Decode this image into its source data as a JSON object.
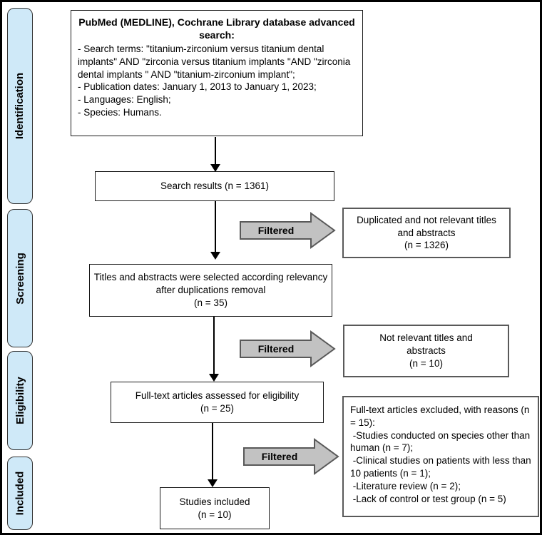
{
  "sidebar": {
    "items": [
      {
        "label": "Identification"
      },
      {
        "label": "Screening"
      },
      {
        "label": "Eligibility"
      },
      {
        "label": "Included"
      }
    ]
  },
  "top_box": {
    "title": "PubMed (MEDLINE), Cochrane Library database advanced search:",
    "lines": [
      "- Search terms: \"titanium-zirconium versus titanium dental implants\" AND \"zirconia versus titanium implants \"AND \"zirconia dental implants \" AND \"titanium-zirconium implant\";",
      "- Publication dates: January 1, 2013 to January 1, 2023;",
      "- Languages: English;",
      "- Species: Humans."
    ]
  },
  "flow": {
    "search_results": {
      "text": "Search results (n = 1361)"
    },
    "titles_abstracts": {
      "text": "Titles and abstracts were selected according relevancy after duplications removal",
      "n": "(n = 35)"
    },
    "fulltext": {
      "text": "Full-text articles assessed for eligibility",
      "n": "(n = 25)"
    },
    "included": {
      "text": "Studies included",
      "n": "(n = 10)"
    }
  },
  "side_boxes": {
    "duplicated": {
      "text": "Duplicated and not relevant titles and abstracts",
      "n": "(n = 1326)"
    },
    "not_relevant": {
      "text": "Not relevant titles and abstracts",
      "n": "(n = 10)"
    },
    "excluded": {
      "lines": [
        "Full-text articles excluded, with reasons (n = 15):",
        " -Studies conducted on species other than human (n = 7);",
        " -Clinical studies on patients with less than 10 patients (n = 1);",
        " -Literature review (n = 2);",
        " -Lack of control or test group (n = 5)"
      ]
    }
  },
  "filter_arrow": {
    "label": "Filtered"
  },
  "colors": {
    "stage_fill": "#cfe9f8",
    "arrow_fill": "#c2c2c2",
    "arrow_stroke": "#595959",
    "line_color": "#000000"
  }
}
